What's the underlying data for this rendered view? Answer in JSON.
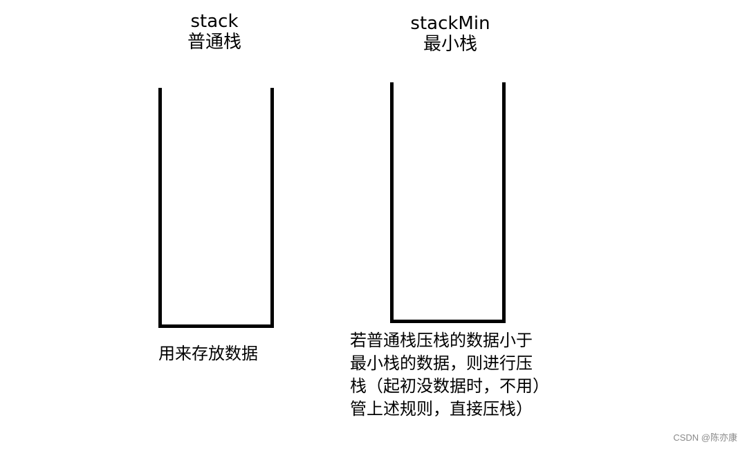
{
  "stacks": [
    {
      "name": "stack",
      "subtitle": "普通栈",
      "description": [
        "用来存放数据"
      ]
    },
    {
      "name": "stackMin",
      "subtitle": "最小栈",
      "description": [
        "若普通栈压栈的数据小于",
        "最小栈的数据，则进行压",
        "栈（起初没数据时，不用）",
        "管上述规则，直接压栈）"
      ]
    }
  ],
  "watermark": "CSDN @陈亦康"
}
